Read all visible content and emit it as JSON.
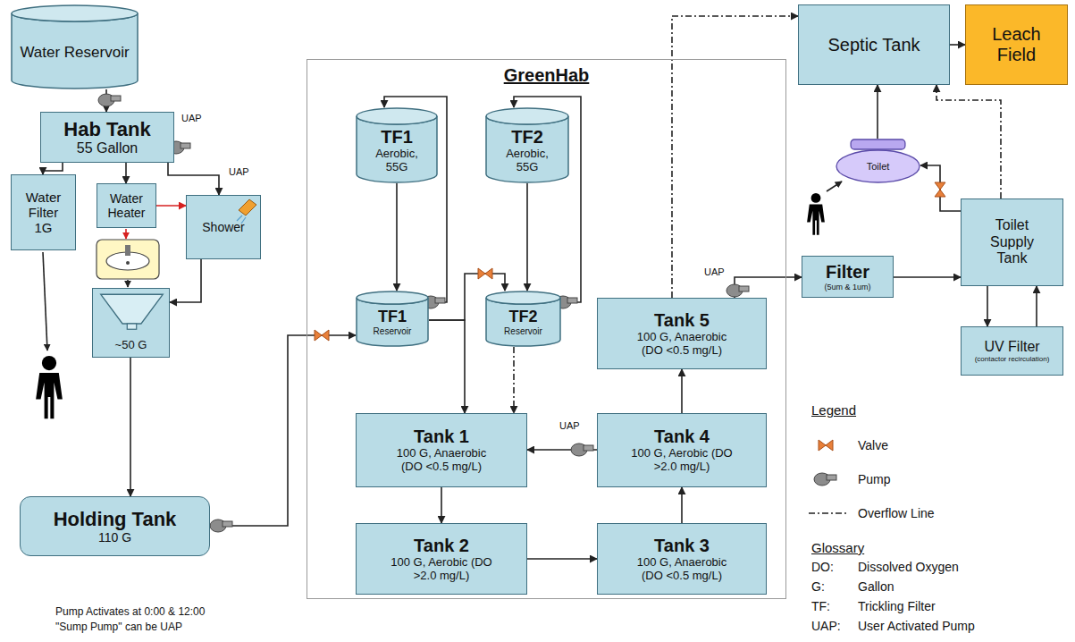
{
  "diagram": {
    "nodes": [
      {
        "text": [
          "Water Reservoir"
        ]
      },
      {
        "text": [
          "Hab Tank",
          "55 Gallon"
        ]
      },
      {
        "text": [
          "Water Filter 1G"
        ]
      },
      {
        "text": [
          "Water Heater"
        ]
      },
      {
        "text": [
          "Shower"
        ]
      },
      {
        "text": [
          "~50 G"
        ]
      },
      {
        "text": [
          "Holding Tank",
          "110 G"
        ]
      },
      {
        "text": [
          "GreenHab"
        ]
      },
      {
        "text": [
          "TF1",
          "Aerobic, 55G"
        ],
        "in": 7
      },
      {
        "text": [
          "TF2",
          "Aerobic, 55G"
        ],
        "in": 7
      },
      {
        "text": [
          "TF1",
          "Reservoir"
        ],
        "in": 7
      },
      {
        "text": [
          "TF2",
          "Reservoir"
        ],
        "in": 7
      },
      {
        "text": [
          "Tank 5",
          "100 G, Anaerobic (DO <0.5 mg/L)"
        ],
        "in": 7
      },
      {
        "text": [
          "Tank 1",
          "100 G, Anaerobic (DO <0.5 mg/L)"
        ],
        "in": 7
      },
      {
        "text": [
          "Tank 4",
          "100 G, Aerobic (DO >2.0 mg/L)"
        ],
        "in": 7
      },
      {
        "text": [
          "Tank 2",
          "100 G, Aerobic (DO >2.0 mg/L)"
        ],
        "in": 7
      },
      {
        "text": [
          "Tank 3",
          "100 G, Anaerobic (DO <0.5 mg/L)"
        ],
        "in": 7
      },
      {
        "text": [
          "Septic Tank"
        ]
      },
      {
        "text": [
          "Leach Field"
        ]
      },
      {
        "text": [
          "Toilet"
        ]
      },
      {
        "text": [
          "Toilet Supply Tank"
        ]
      },
      {
        "text": [
          "Filter",
          "(5um & 1um)"
        ]
      },
      {
        "text": [
          "UV Filter",
          "(contactor recirculation)"
        ]
      }
    ],
    "edges": [
      {
        "from": 0,
        "to": 1,
        "arrow": "to"
      },
      {
        "from": 1,
        "to": 2,
        "arrow": "to"
      },
      {
        "from": 1,
        "to": 3,
        "arrow": "to"
      },
      {
        "from": 1,
        "to": 4,
        "arrow": "to"
      },
      {
        "from": 3,
        "to": 4,
        "arrow": "to"
      },
      {
        "from": 4,
        "to": 5,
        "arrow": "to"
      },
      {
        "from": 5,
        "to": 6,
        "arrow": "to"
      },
      {
        "from": 6,
        "to": 10,
        "arrow": "to"
      },
      {
        "from": 8,
        "to": 10,
        "arrow": "to"
      },
      {
        "from": 10,
        "to": 8,
        "arrow": "to"
      },
      {
        "from": 9,
        "to": 11,
        "arrow": "to"
      },
      {
        "from": 11,
        "to": 9,
        "arrow": "to"
      },
      {
        "from": 10,
        "to": 11,
        "arrow": "to"
      },
      {
        "from": 10,
        "to": 13,
        "arrow": "to"
      },
      {
        "from": 11,
        "to": 13,
        "arrow": "to"
      },
      {
        "from": 13,
        "to": 15,
        "arrow": "to"
      },
      {
        "from": 15,
        "to": 16,
        "arrow": "to"
      },
      {
        "from": 16,
        "to": 14,
        "arrow": "to"
      },
      {
        "from": 14,
        "to": 13,
        "arrow": "to"
      },
      {
        "from": 14,
        "to": 12,
        "arrow": "to"
      },
      {
        "from": 12,
        "to": 17,
        "arrow": "to"
      },
      {
        "from": 12,
        "to": 21,
        "arrow": "to"
      },
      {
        "from": 21,
        "to": 20,
        "arrow": "to"
      },
      {
        "from": 20,
        "to": 22,
        "arrow": "to"
      },
      {
        "from": 22,
        "to": 20,
        "arrow": "to"
      },
      {
        "from": 20,
        "to": 19,
        "arrow": "to"
      },
      {
        "from": 20,
        "to": 17,
        "arrow": "to"
      },
      {
        "from": 19,
        "to": 17,
        "arrow": "to"
      },
      {
        "from": 17,
        "to": 18,
        "arrow": "to"
      }
    ],
    "labels": [
      "UAP",
      "UAP",
      "UAP",
      "UAP",
      "Pump Activates at 0:00 & 12:00",
      "\"Sump Pump\" can be UAP",
      "Legend",
      "Glossary",
      "DO:",
      "Dissolved Oxygen",
      "G:",
      "Gallon",
      "TF:",
      "Trickling Filter",
      "UAP:",
      "User Activated Pump"
    ],
    "legend": [
      {
        "text": "Valve"
      },
      {
        "text": "Pump"
      },
      {
        "text": "Overflow Line"
      }
    ]
  }
}
